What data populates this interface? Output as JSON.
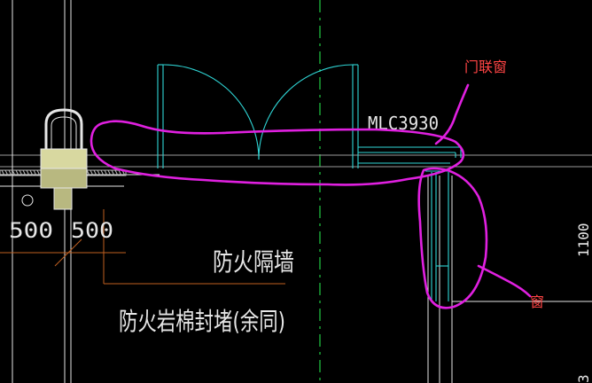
{
  "drawing": {
    "door_window_tag": "MLC3930",
    "dim_left": "500",
    "dim_right": "500",
    "label_fire_wall": "防火隔墙",
    "label_fire_seal": "防火岩棉封堵(余同)",
    "right_edge_dim_top": "1100",
    "right_edge_dim_bottom": "3"
  },
  "annotations": {
    "door_window_combo": "门联窗",
    "window": "窗"
  },
  "colors": {
    "background": "#000000",
    "wall_line": "#e6e6e6",
    "door_window_cyan": "#2fd6d6",
    "axis_green": "#22cc44",
    "markup_magenta": "#e020e0",
    "markup_text_red": "#ff4444",
    "column_fill": "#d8d8a0",
    "dim_brown": "#c06020"
  }
}
